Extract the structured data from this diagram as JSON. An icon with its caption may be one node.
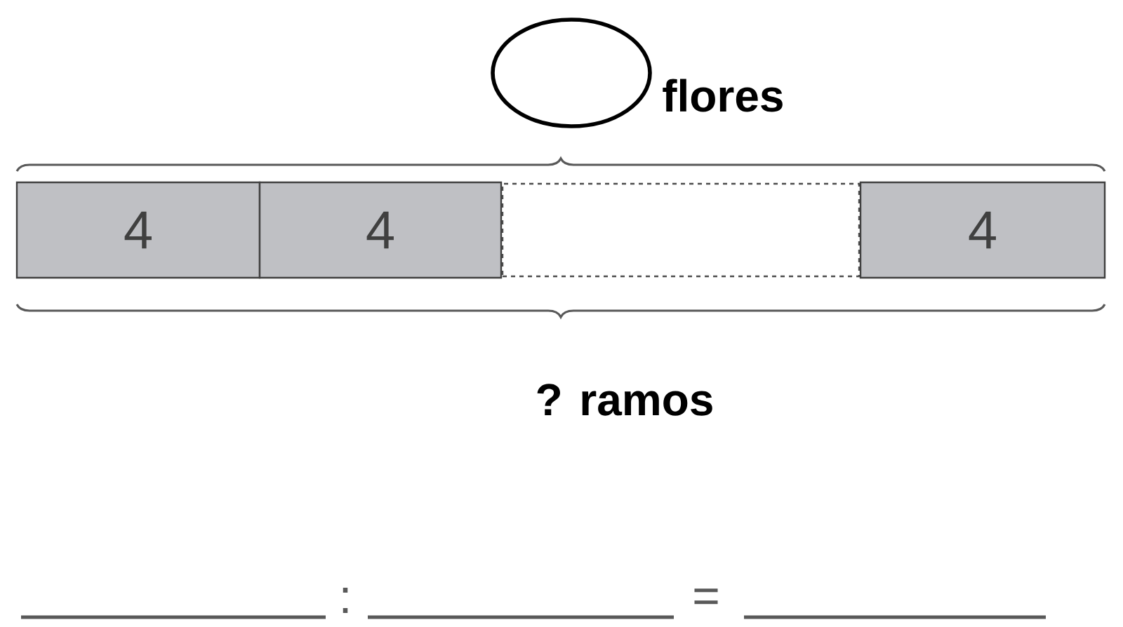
{
  "diagram": {
    "nodes": [
      {
        "text": [],
        "shape": "ellipse",
        "beside": [
          "flores"
        ]
      },
      {
        "text": [
          "4"
        ]
      },
      {
        "text": [
          "4"
        ]
      },
      {
        "text": [],
        "shape": "box"
      },
      {
        "text": [
          "4"
        ]
      }
    ],
    "labels": [
      "? ramos",
      ":",
      "="
    ]
  }
}
